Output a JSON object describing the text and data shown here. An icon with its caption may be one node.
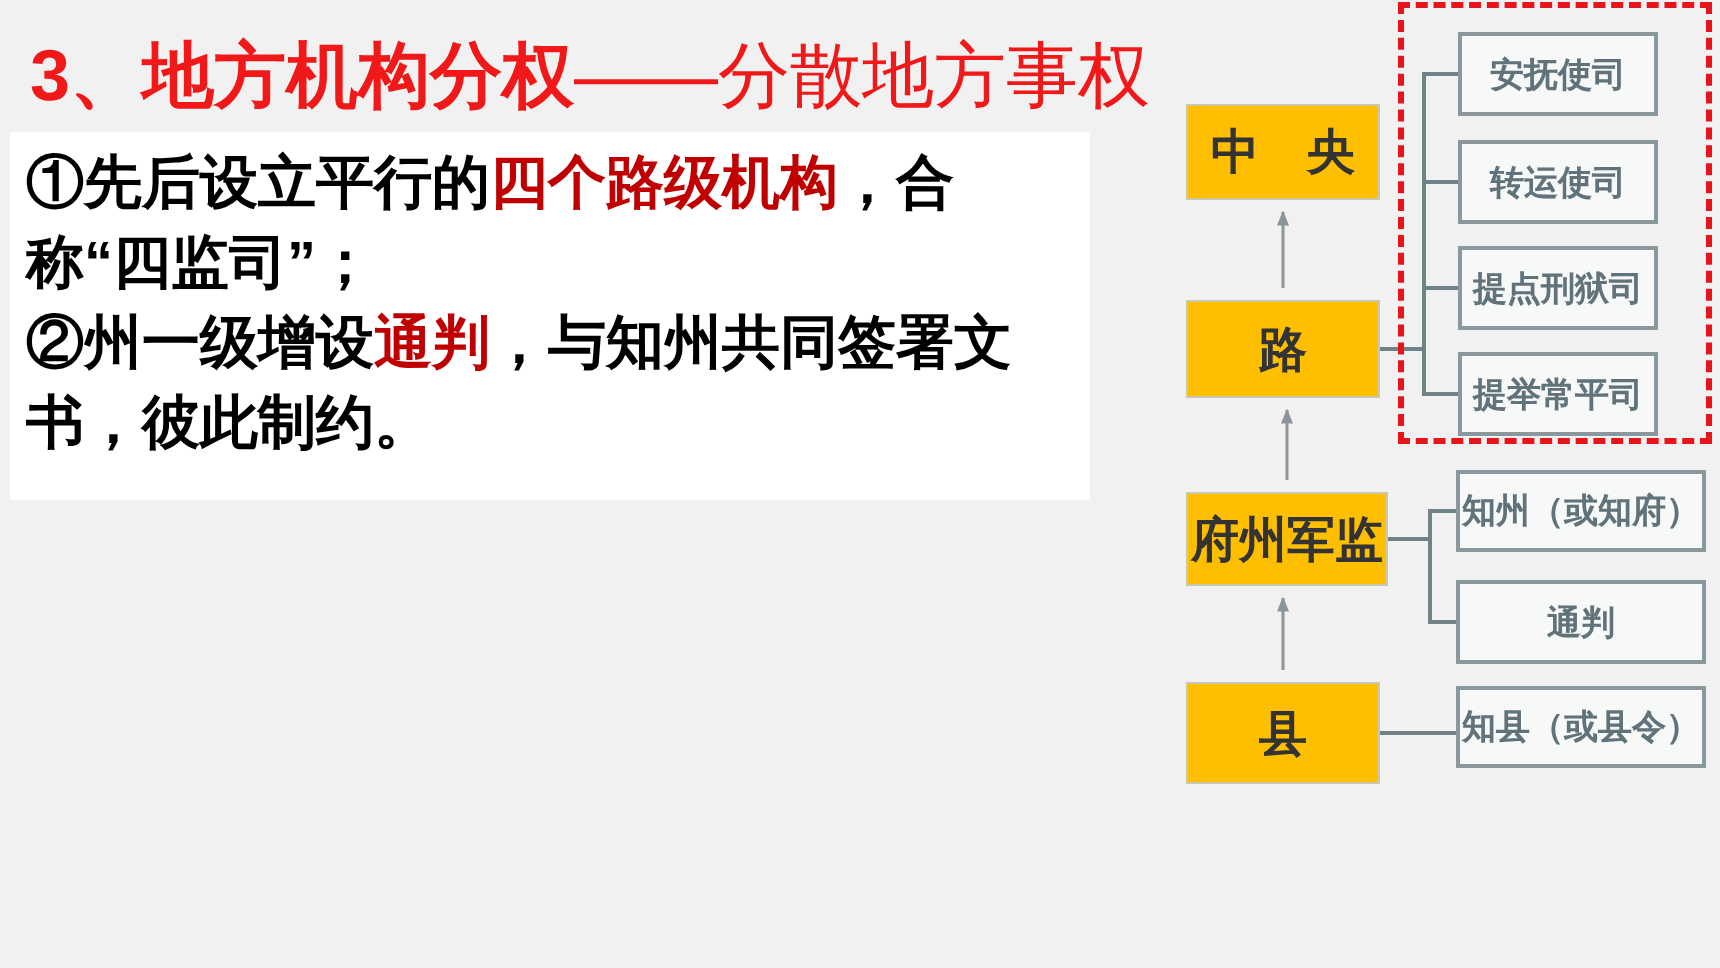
{
  "diagram": {
    "title": "**3、地方机构分权**——分散地方事权",
    "nodes": [
      {
        "text": [
          "中　央"
        ]
      },
      {
        "text": [
          "路"
        ]
      },
      {
        "text": [
          "府州军监"
        ]
      },
      {
        "text": [
          "县"
        ]
      },
      {
        "text": [],
        "shape": "box"
      },
      {
        "text": [
          "安抚使司"
        ],
        "in": 4
      },
      {
        "text": [
          "转运使司"
        ],
        "in": 4
      },
      {
        "text": [
          "提点刑狱司"
        ],
        "in": 4
      },
      {
        "text": [
          "提举常平司"
        ],
        "in": 4
      },
      {
        "text": [
          "知州（或知府）"
        ]
      },
      {
        "text": [
          "通判"
        ]
      },
      {
        "text": [
          "知县（或县令）"
        ]
      }
    ],
    "edges": [
      {
        "from": 1,
        "to": 0,
        "arrow": "to"
      },
      {
        "from": 2,
        "to": 1,
        "arrow": "to"
      },
      {
        "from": 3,
        "to": 2,
        "arrow": "to"
      },
      {
        "from": 1,
        "to": 5,
        "arrow": "none"
      },
      {
        "from": 1,
        "to": 6,
        "arrow": "none"
      },
      {
        "from": 1,
        "to": 7,
        "arrow": "none"
      },
      {
        "from": 1,
        "to": 8,
        "arrow": "none"
      },
      {
        "from": 2,
        "to": 9,
        "arrow": "none"
      },
      {
        "from": 2,
        "to": 10,
        "arrow": "none"
      },
      {
        "from": 3,
        "to": 11,
        "arrow": "none"
      }
    ],
    "labels": [
      "①先后设立平行的**四个路级机构**，合称“四监司”；",
      "②州一级增设**通判**，与知州共同签署文书，彼此制约。"
    ]
  }
}
